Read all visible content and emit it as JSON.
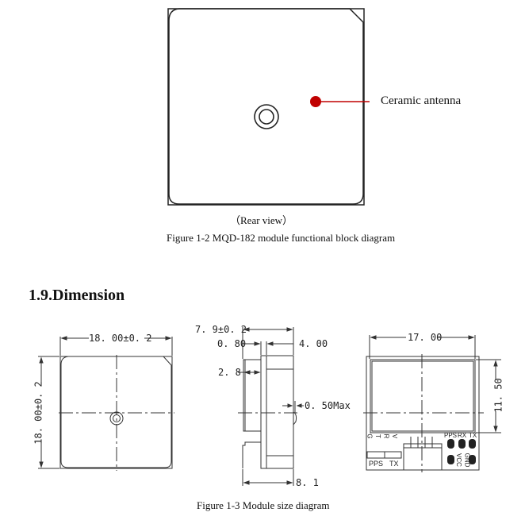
{
  "figure_1_2": {
    "callout_label": "Ceramic antenna",
    "view_label": "（Rear view）",
    "caption": "Figure 1-2  MQD-182 module functional block diagram",
    "accent_color": "#c00000"
  },
  "section": {
    "heading": "1.9.Dimension"
  },
  "figure_1_3": {
    "front_view": {
      "width_dim": "18. 00±0. 2",
      "height_dim": "18. 00±0. 2"
    },
    "side_view": {
      "total_dim": "7. 9±0. 2",
      "gap_dim": "0. 80",
      "body_dim": "4. 00",
      "patch_dim": "2. 8",
      "bump_dim": "0. 50Max",
      "base_dim": "8. 1"
    },
    "back_view": {
      "width_dim": "17. 00",
      "height_dim": "11. 50",
      "pin_side_labels": [
        "G",
        "T",
        "R",
        "V"
      ],
      "top_pads": [
        "PPS",
        "RX",
        "TX"
      ],
      "bottom_pads": [
        "VCC",
        "GND"
      ],
      "led_labels": [
        "PPS",
        "TX"
      ]
    },
    "caption": "Figure 1-3 Module size diagram"
  }
}
